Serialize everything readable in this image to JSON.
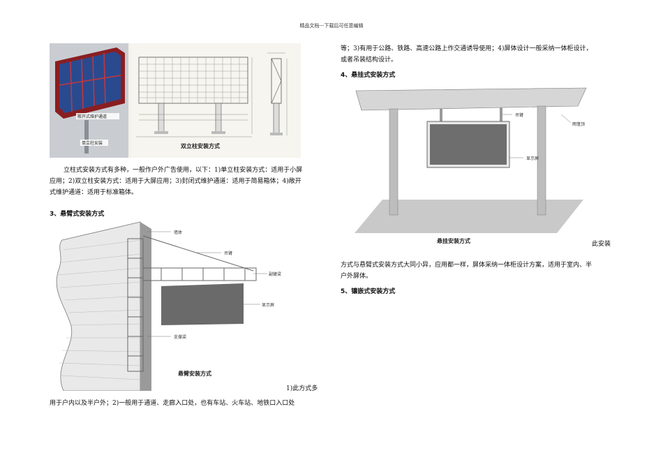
{
  "header": "精品文档---下载后可任意编辑",
  "fig1": {
    "left_label_top": "敞开式维护通道",
    "left_label_bottom": "单立柱安装",
    "caption": "双立柱安装方式"
  },
  "col_left": {
    "para1_lines": [
      "立柱式安装方式有多种，一般作户外广告使用，以下：1)单立柱安装方式：适用于小屏",
      "应用；2)双立柱安装方式：适用于大屏应用；3)封闭式维护通道：适用于简易箱体；4)敞开",
      "式维护通道：适用于标准箱体。"
    ],
    "heading3": "3、悬臂式安装方式",
    "fig2": {
      "labels": [
        "墙体",
        "吊臂",
        "副臂梁",
        "显示屏",
        "支撑梁"
      ],
      "caption": "悬臂安装方式"
    },
    "fig2_tail": "1)此方式多",
    "para2": "用于户内以及半户外；2)一般用于通道、走廊入口处，也有车站、火车站、地铁口入口处"
  },
  "col_right": {
    "para_top_lines": [
      "等；3)有用于公路、铁路、高速公路上作交通诱导使用；4)屏体设计一般采纳一体柜设计，",
      "或者吊装结构设计。"
    ],
    "heading4": "4、悬挂式安装方式",
    "fig3": {
      "labels": [
        "吊臂",
        "雨篷顶",
        "显示屏"
      ],
      "caption": "悬挂安装方式"
    },
    "fig3_tail": "此安装",
    "para_bottom_lines": [
      "方式与悬臂式安装方式大同小异，应用都一样，屏体采纳一体柜设计方案，适用于室内、半",
      "户外屏体。"
    ],
    "heading5": "5、镶嵌式安装方式"
  }
}
